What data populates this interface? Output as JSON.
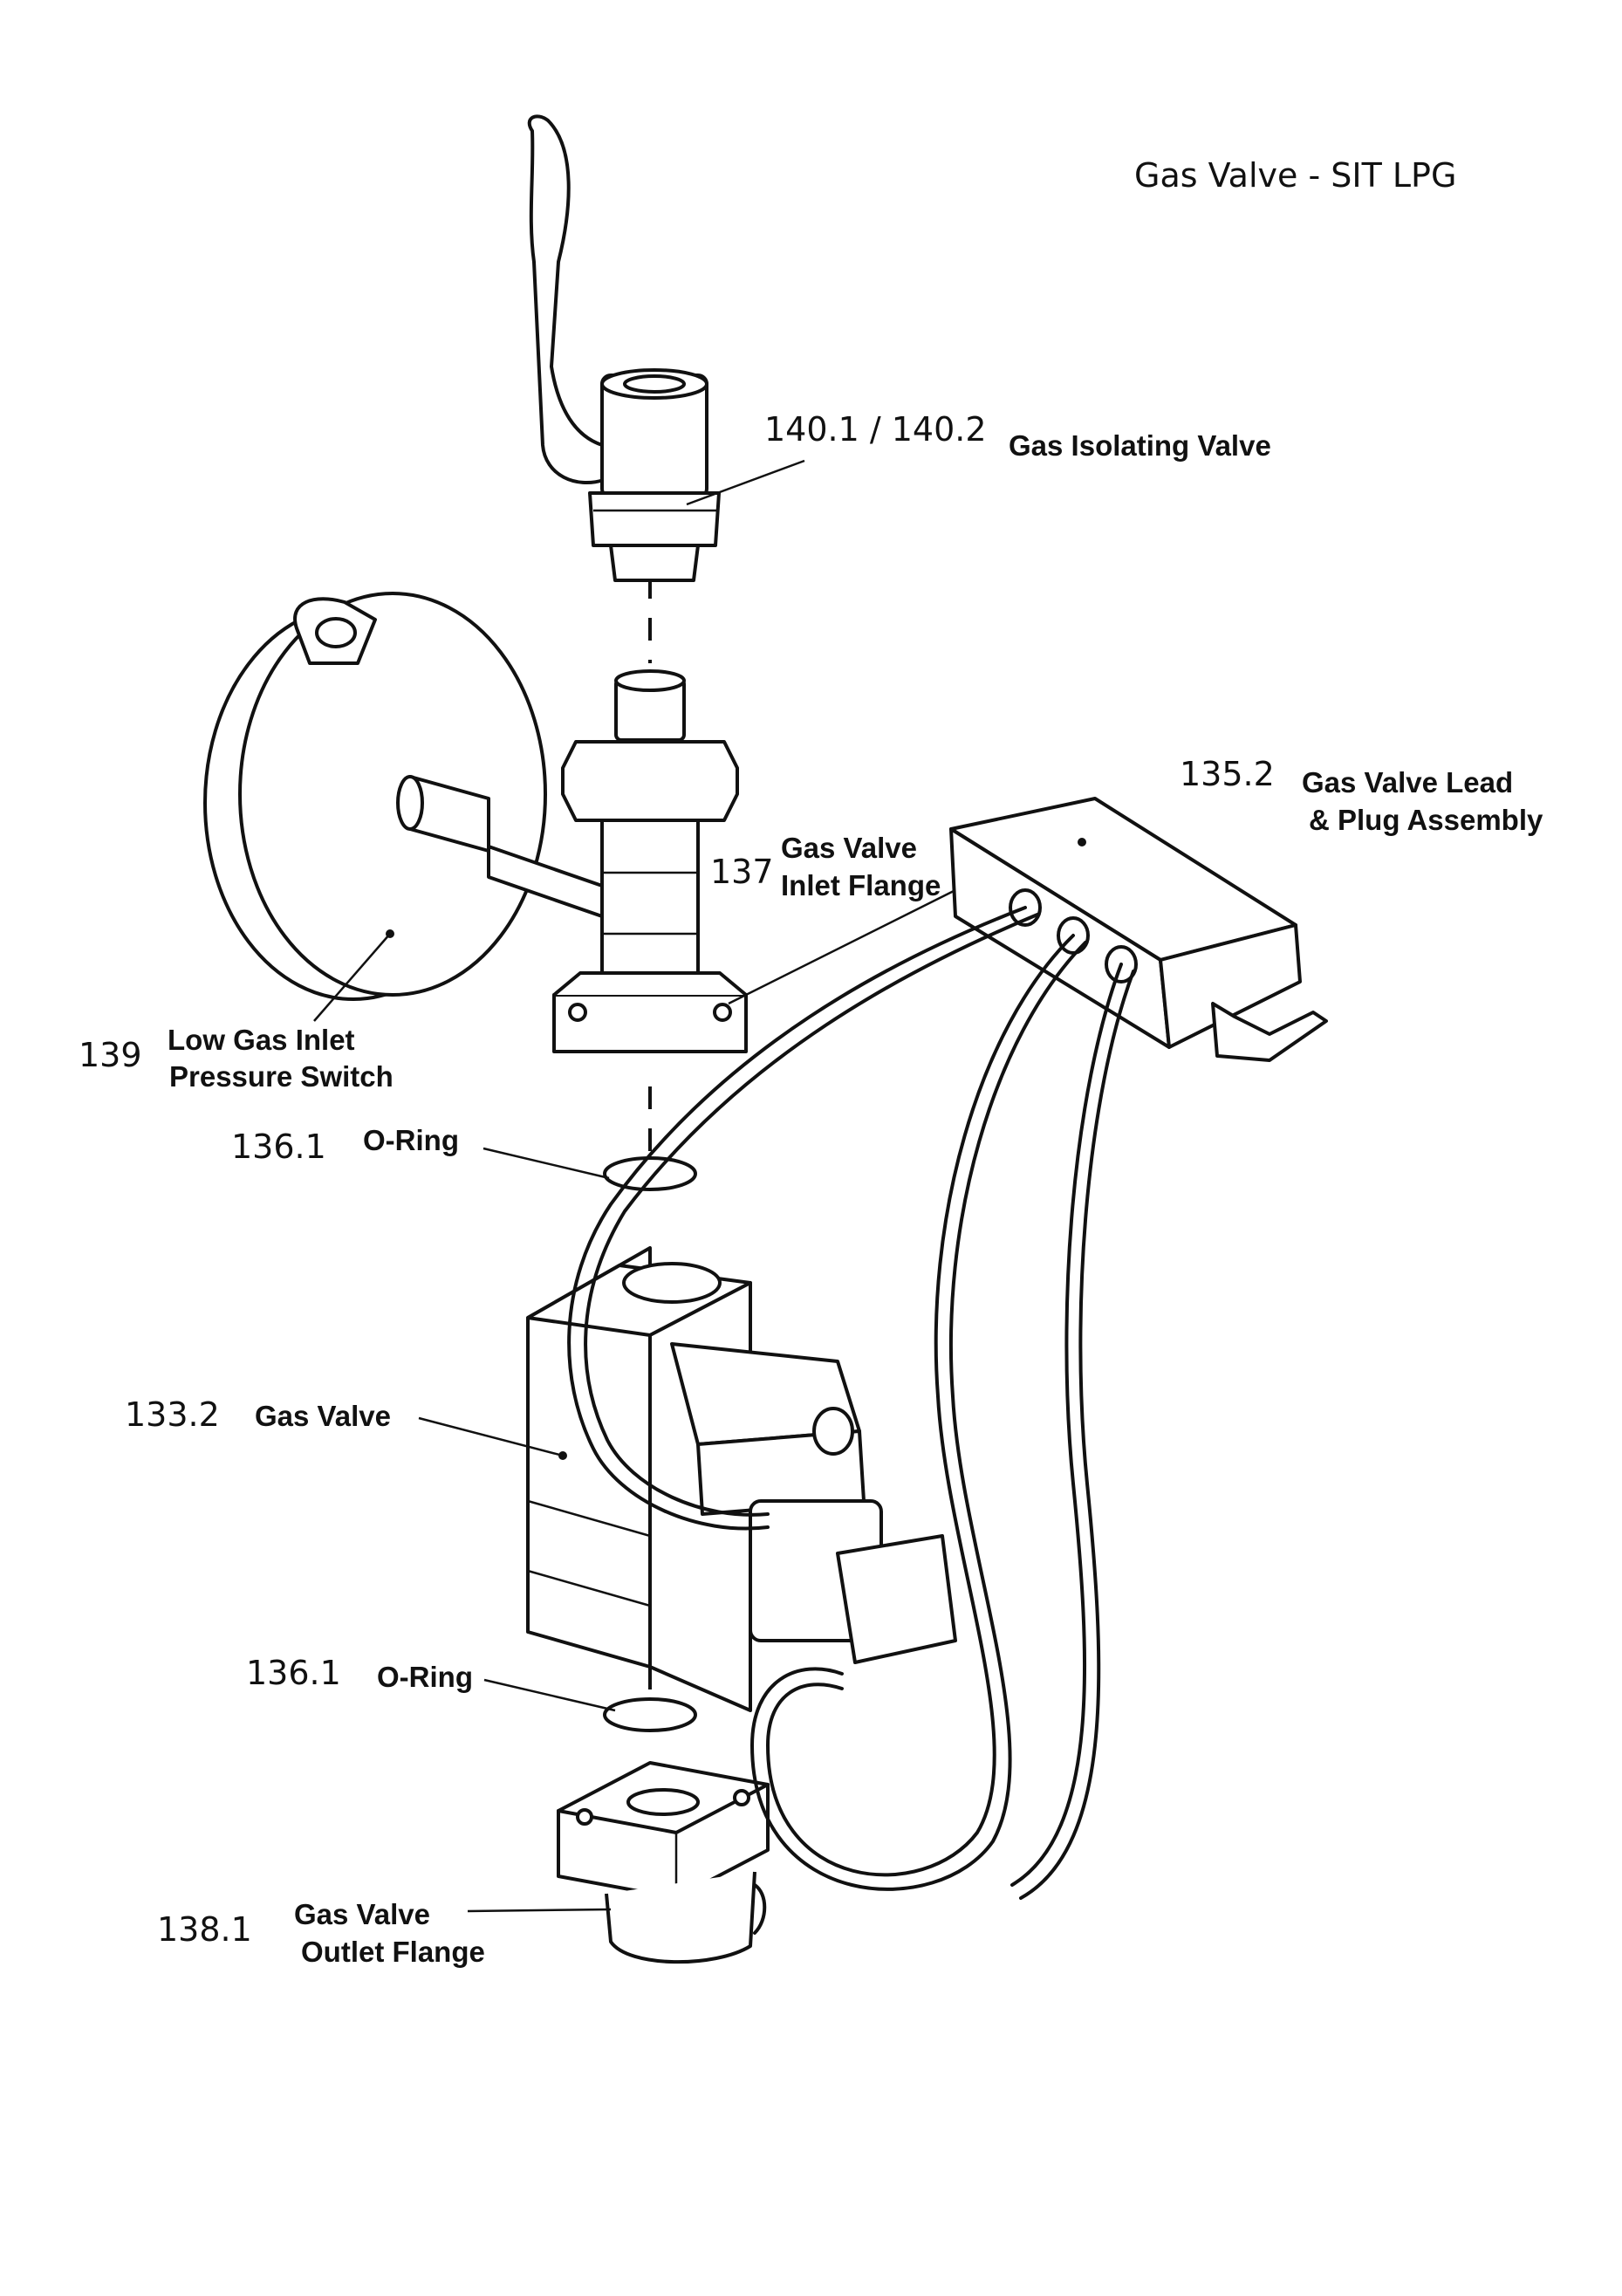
{
  "title": "Gas Valve - SIT LPG",
  "callouts": {
    "isolating_valve": {
      "number": "140.1 / 140.2",
      "name": "Gas Isolating Valve"
    },
    "lead_plug": {
      "number": "135.2",
      "name_line1": "Gas Valve Lead",
      "name_line2": "& Plug Assembly"
    },
    "inlet_flange": {
      "number": "137",
      "name_line1": "Gas Valve",
      "name_line2": "Inlet Flange"
    },
    "pressure_switch": {
      "number": "139",
      "name_line1": "Low Gas Inlet",
      "name_line2": "Pressure Switch"
    },
    "oring_upper": {
      "number": "136.1",
      "name": "O-Ring"
    },
    "gas_valve": {
      "number": "133.2",
      "name": "Gas Valve"
    },
    "oring_lower": {
      "number": "136.1",
      "name": "O-Ring"
    },
    "outlet_flange": {
      "number": "138.1",
      "name_line1": "Gas Valve",
      "name_line2": "Outlet Flange"
    }
  }
}
